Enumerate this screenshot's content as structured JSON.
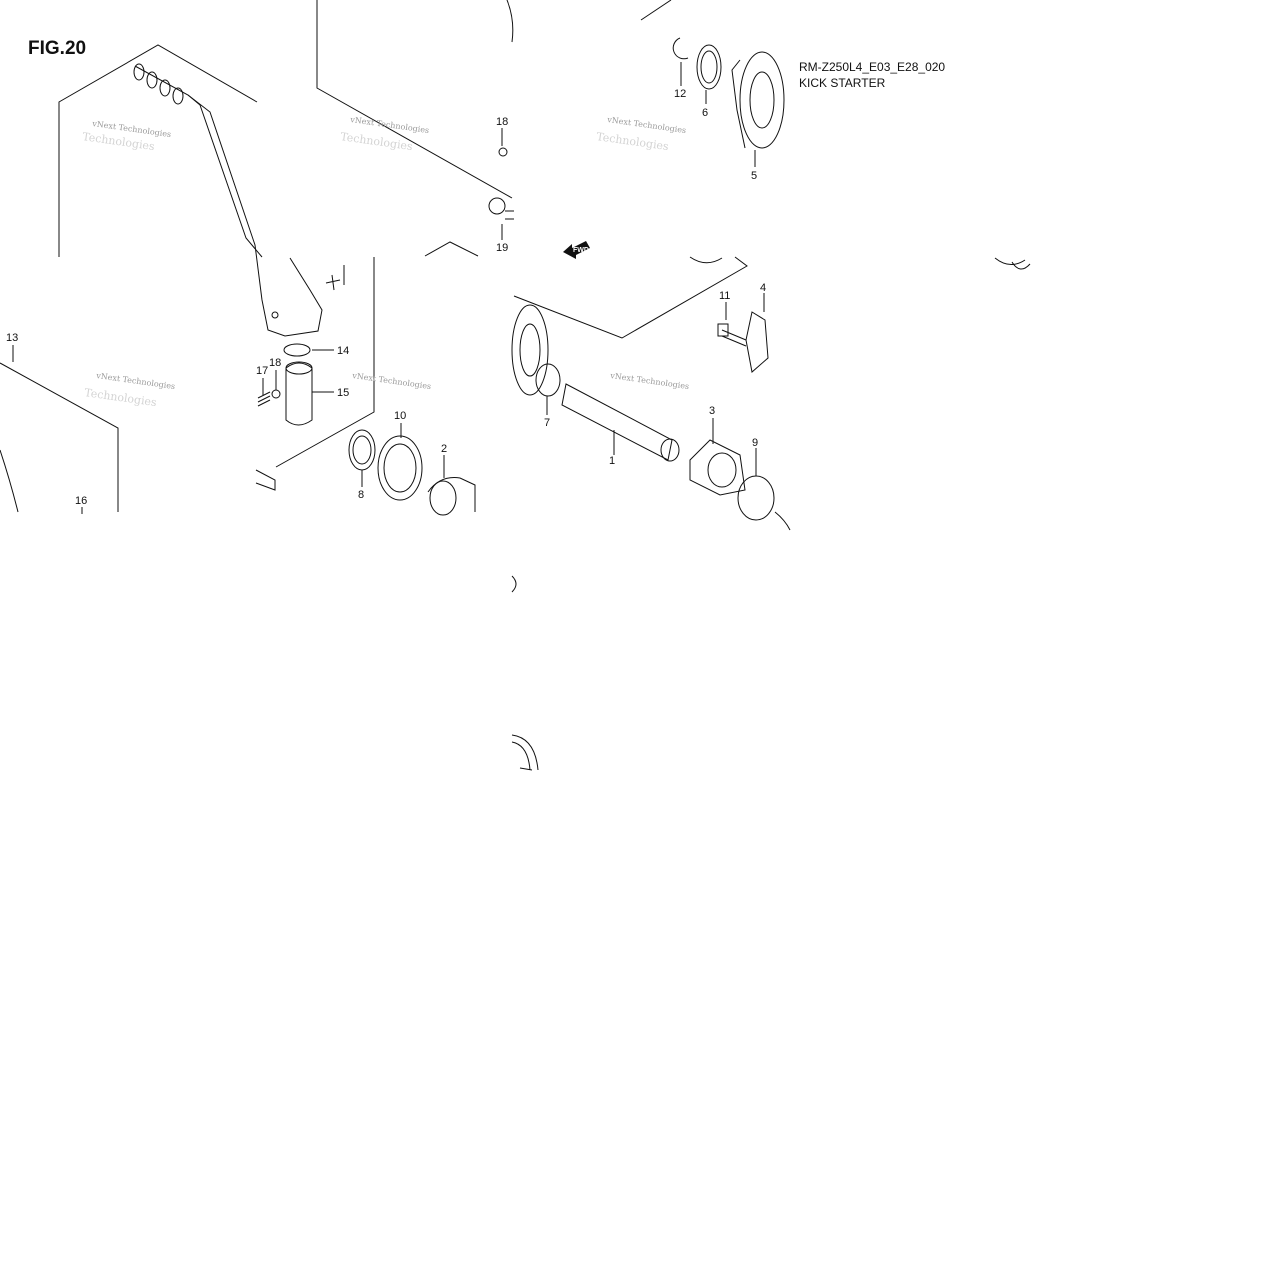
{
  "figure": {
    "title": "FIG.20",
    "code": "RM-Z250L4_E03_E28_020",
    "name": "KICK STARTER"
  },
  "arrow_label": "FWD",
  "watermark": {
    "line1": "vNext Technologies",
    "line2": "Technologies"
  },
  "callouts": [
    "1",
    "2",
    "3",
    "4",
    "5",
    "6",
    "7",
    "8",
    "9",
    "10",
    "11",
    "12",
    "13",
    "14",
    "15",
    "16",
    "17",
    "18",
    "18",
    "19"
  ],
  "colors": {
    "ink": "#111111",
    "watermark": "#9a9a9a"
  }
}
